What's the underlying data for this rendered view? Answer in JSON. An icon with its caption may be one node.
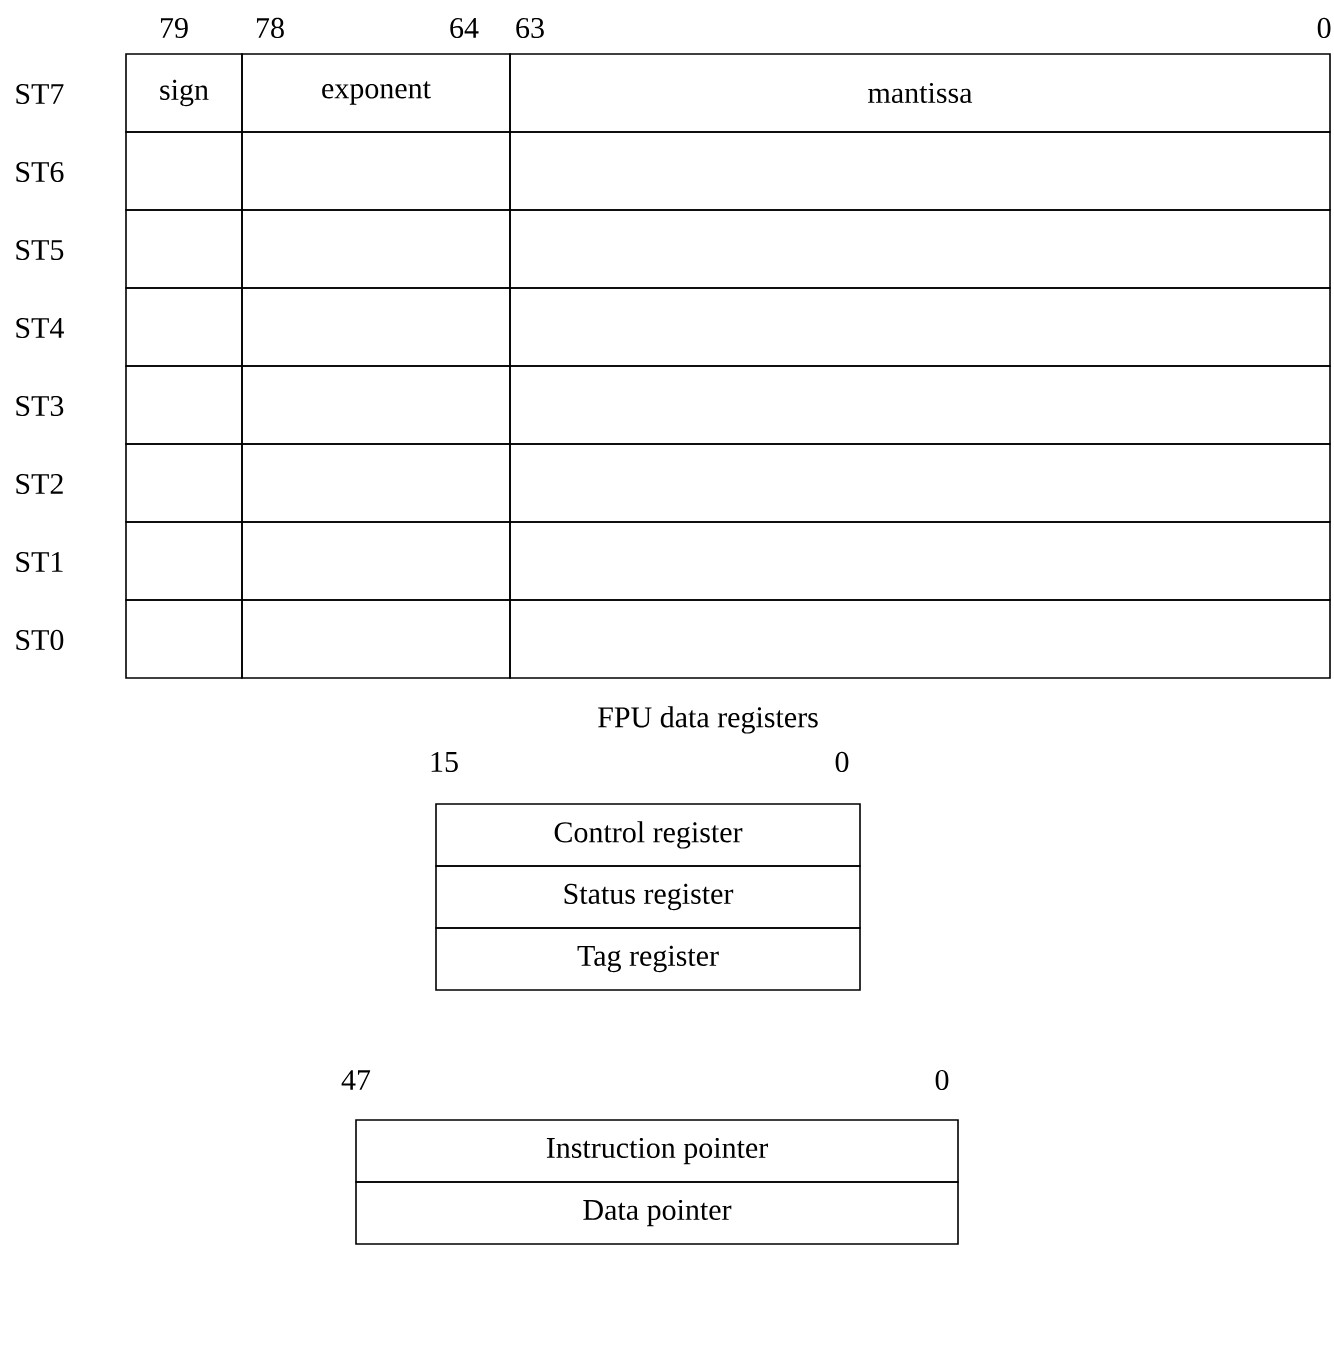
{
  "diagram": {
    "nodes": [
      {
        "text": [
          "sign"
        ]
      },
      {
        "text": [
          "exponent"
        ]
      },
      {
        "text": [
          "mantissa"
        ]
      },
      {
        "text": [],
        "shape": "box"
      },
      {
        "text": [],
        "shape": "box"
      },
      {
        "text": [],
        "shape": "box"
      },
      {
        "text": [],
        "shape": "box"
      },
      {
        "text": [],
        "shape": "box"
      },
      {
        "text": [],
        "shape": "box"
      },
      {
        "text": [],
        "shape": "box"
      },
      {
        "text": [],
        "shape": "box"
      },
      {
        "text": [],
        "shape": "box"
      },
      {
        "text": [],
        "shape": "box"
      },
      {
        "text": [],
        "shape": "box"
      },
      {
        "text": [],
        "shape": "box"
      },
      {
        "text": [],
        "shape": "box"
      },
      {
        "text": [],
        "shape": "box"
      },
      {
        "text": [],
        "shape": "box"
      },
      {
        "text": [],
        "shape": "box"
      },
      {
        "text": [],
        "shape": "box"
      },
      {
        "text": [],
        "shape": "box"
      },
      {
        "text": [],
        "shape": "box"
      },
      {
        "text": [],
        "shape": "box"
      },
      {
        "text": [],
        "shape": "box"
      },
      {
        "text": [
          "Control register"
        ]
      },
      {
        "text": [
          "Status register"
        ]
      },
      {
        "text": [
          "Tag register"
        ]
      },
      {
        "text": [
          "Instruction pointer"
        ]
      },
      {
        "text": [
          "Data pointer"
        ]
      }
    ],
    "labels": [
      "79",
      "78",
      "64",
      "63",
      "0",
      "ST7",
      "ST6",
      "ST5",
      "ST4",
      "ST3",
      "ST2",
      "ST1",
      "ST0",
      "FPU data registers",
      "15",
      "0",
      "47",
      "0"
    ]
  }
}
